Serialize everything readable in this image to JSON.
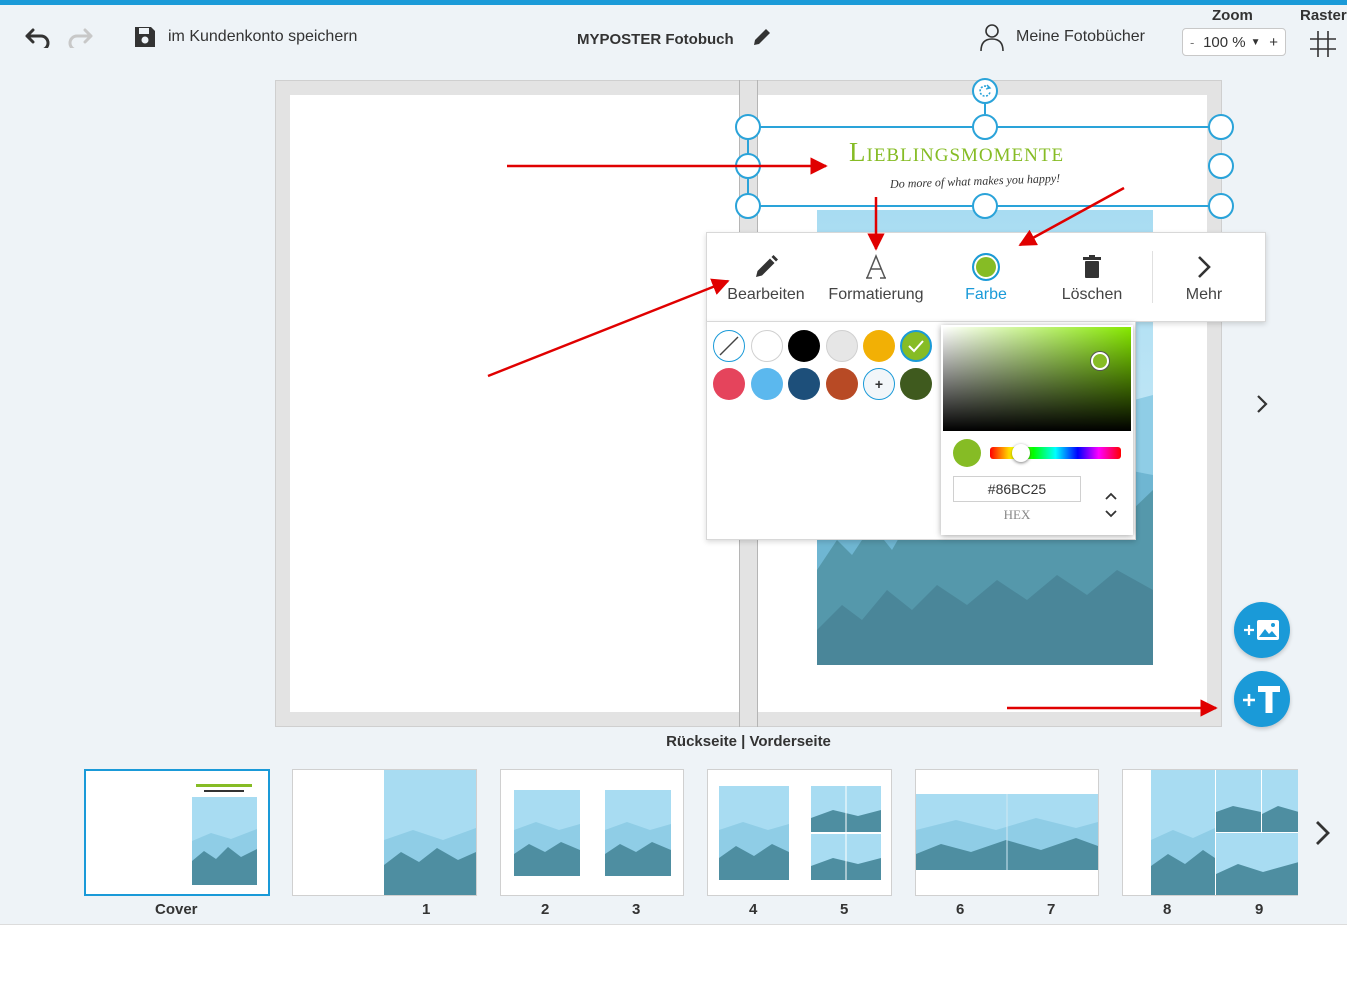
{
  "toolbar": {
    "save_label": "im Kundenkonto speichern",
    "title": "MYPOSTER Fotobuch",
    "my_books_label": "Meine Fotobücher",
    "zoom_label": "Zoom",
    "zoom_value": "100 %",
    "zoom_minus": "-",
    "zoom_plus": "+",
    "raster_label": "Raster"
  },
  "canvas": {
    "title_text": "Lieblingsmomente",
    "subtitle_text": "Do more of what makes you happy!",
    "title_color": "#86BC25"
  },
  "context_menu": {
    "items": [
      {
        "label": "Bearbeiten",
        "icon": "pencil-icon"
      },
      {
        "label": "Formatierung",
        "icon": "text-format-icon"
      },
      {
        "label": "Farbe",
        "icon": "color-dot-icon",
        "active": true
      },
      {
        "label": "Löschen",
        "icon": "trash-icon"
      },
      {
        "label": "Mehr",
        "icon": "chevron-right-icon"
      }
    ]
  },
  "palette": {
    "swatches": [
      "none",
      "#ffffff",
      "#000000",
      "#e6e6e6",
      "#f2b005",
      "#86bc25",
      "#e5445c",
      "#5bb8ee",
      "#1d4f7a",
      "#b84a25",
      "add",
      "#3f5a1e"
    ],
    "selected": "#86bc25"
  },
  "color_picker": {
    "hex_value": "#86BC25",
    "format_label": "HEX",
    "current_color": "#86bc25"
  },
  "spread_label": "Rückseite | Vorderseite",
  "thumbnails": {
    "labels": [
      "Cover",
      "1",
      "2",
      "3",
      "4",
      "5",
      "6",
      "7",
      "8",
      "9"
    ]
  },
  "colors": {
    "accent": "#1a9ad8",
    "annotation_arrow": "#e00000"
  }
}
